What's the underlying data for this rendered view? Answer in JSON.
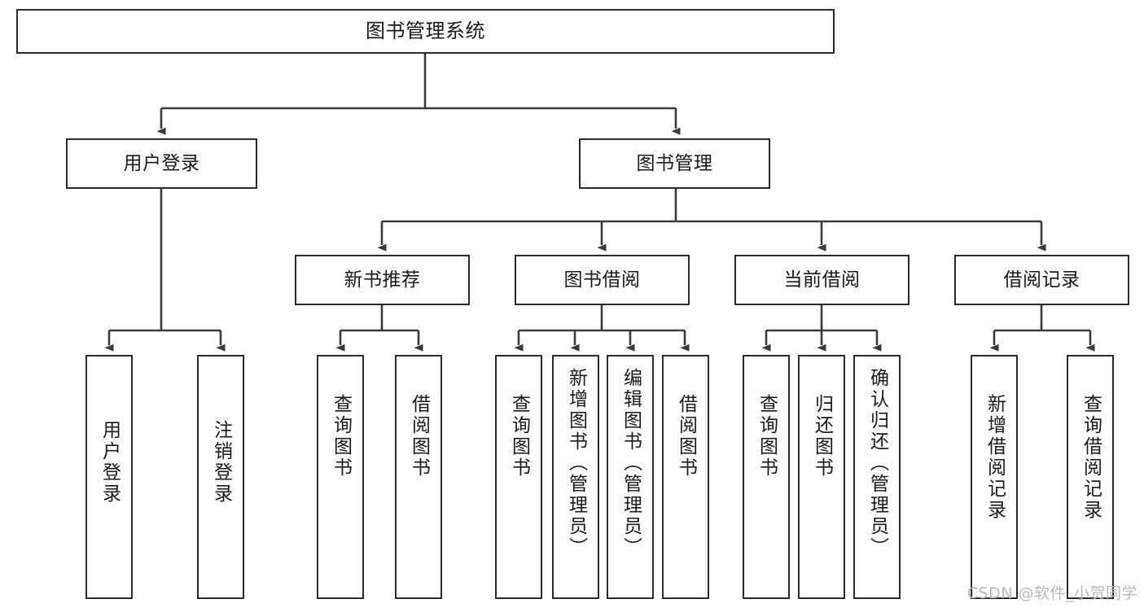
{
  "diagram": {
    "title": "图书管理系统",
    "type": "hierarchy-tree",
    "watermark": "CSDN @软件_小贺同学",
    "colors": {
      "box_border": "#2b2b2b",
      "box_fill": "#ffffff",
      "connector": "#3a3a3a",
      "text": "#1a1a1a",
      "watermark": "#b9b9b9",
      "background": "#ffffff"
    },
    "levels": [
      {
        "level": 1,
        "nodes": [
          {
            "id": "root",
            "label": "图书管理系统",
            "orientation": "horizontal"
          }
        ]
      },
      {
        "level": 2,
        "nodes": [
          {
            "id": "user-login",
            "label": "用户登录",
            "orientation": "horizontal",
            "parent": "root"
          },
          {
            "id": "book-manage",
            "label": "图书管理",
            "orientation": "horizontal",
            "parent": "root"
          }
        ]
      },
      {
        "level": 3,
        "nodes": [
          {
            "id": "new-book-rec",
            "label": "新书推荐",
            "orientation": "horizontal",
            "parent": "book-manage"
          },
          {
            "id": "book-borrow",
            "label": "图书借阅",
            "orientation": "horizontal",
            "parent": "book-manage"
          },
          {
            "id": "current-borrow",
            "label": "当前借阅",
            "orientation": "horizontal",
            "parent": "book-manage"
          },
          {
            "id": "borrow-record",
            "label": "借阅记录",
            "orientation": "horizontal",
            "parent": "book-manage"
          }
        ]
      },
      {
        "level": 4,
        "nodes": [
          {
            "id": "leaf-user-login",
            "label": "用户登录",
            "orientation": "vertical",
            "parent": "user-login"
          },
          {
            "id": "leaf-logout",
            "label": "注销登录",
            "orientation": "vertical",
            "parent": "user-login"
          },
          {
            "id": "leaf-query-book-1",
            "label": "查询图书",
            "orientation": "vertical",
            "parent": "new-book-rec"
          },
          {
            "id": "leaf-borrow-book-1",
            "label": "借阅图书",
            "orientation": "vertical",
            "parent": "new-book-rec"
          },
          {
            "id": "leaf-query-book-2",
            "label": "查询图书",
            "orientation": "vertical",
            "parent": "book-borrow"
          },
          {
            "id": "leaf-add-book",
            "label": "新增图书（管理员）",
            "orientation": "vertical",
            "parent": "book-borrow"
          },
          {
            "id": "leaf-edit-book",
            "label": "编辑图书（管理员）",
            "orientation": "vertical",
            "parent": "book-borrow"
          },
          {
            "id": "leaf-borrow-book-2",
            "label": "借阅图书",
            "orientation": "vertical",
            "parent": "book-borrow"
          },
          {
            "id": "leaf-query-book-3",
            "label": "查询图书",
            "orientation": "vertical",
            "parent": "current-borrow"
          },
          {
            "id": "leaf-return-book",
            "label": "归还图书",
            "orientation": "vertical",
            "parent": "current-borrow"
          },
          {
            "id": "leaf-confirm-return",
            "label": "确认归还（管理员）",
            "orientation": "vertical",
            "parent": "current-borrow"
          },
          {
            "id": "leaf-add-record",
            "label": "新增借阅记录",
            "orientation": "vertical",
            "parent": "borrow-record"
          },
          {
            "id": "leaf-query-record",
            "label": "查询借阅记录",
            "orientation": "vertical",
            "parent": "borrow-record"
          }
        ]
      }
    ]
  }
}
